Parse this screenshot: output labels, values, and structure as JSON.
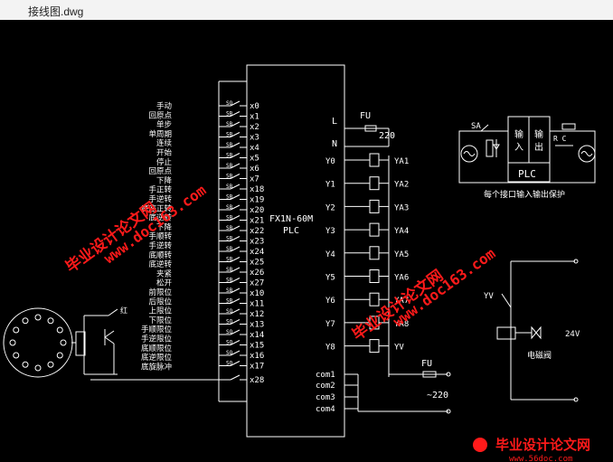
{
  "window": {
    "title": "接线图.dwg"
  },
  "plc": {
    "model": "FX1N-60M",
    "type": "PLC"
  },
  "inputs": {
    "labels": [
      "手动",
      "回原点",
      "单步",
      "单周期",
      "连续",
      "开始",
      "停止",
      "回原点",
      "下降",
      "手正转",
      "手逆转",
      "底座正转",
      "底逆转",
      "下降",
      "手顺转",
      "手逆转",
      "底顺转",
      "底逆转",
      "夹紧",
      "松开",
      "前限位",
      "后限位",
      "上限位",
      "下限位",
      "手顺限位",
      "手逆限位",
      "底顺限位",
      "底逆限位",
      "底旋脉冲"
    ],
    "switch_tags": [
      "SO",
      "SB",
      "SB",
      "SB",
      "SB",
      "SB",
      "SB",
      "SB",
      "SB",
      "SB",
      "SB",
      "SB",
      "SB",
      "SB",
      "SB",
      "SB",
      "SB",
      "SB",
      "SB",
      "SB",
      "SQ",
      "SQ",
      "SQ",
      "SQ",
      "SQ",
      "SQ",
      "SQ",
      "SQ"
    ],
    "terminals": [
      "x0",
      "x1",
      "x2",
      "x3",
      "x4",
      "x5",
      "x6",
      "x7",
      "x18",
      "x19",
      "x20",
      "x21",
      "x22",
      "x23",
      "x24",
      "x25",
      "x26",
      "x27",
      "x10",
      "x11",
      "x12",
      "x13",
      "x14",
      "x15",
      "x16",
      "x17",
      "x28"
    ]
  },
  "power": {
    "l": "L",
    "n": "N",
    "fu": "FU",
    "v220": "220",
    "v220b": "~220"
  },
  "outputs": {
    "terminals": [
      "Y0",
      "Y1",
      "Y2",
      "Y3",
      "Y4",
      "Y5",
      "Y6",
      "Y7",
      "Y8"
    ],
    "loads": [
      "YA1",
      "YA2",
      "YA3",
      "YA4",
      "YA5",
      "YA6",
      "YA7",
      "YA8",
      "YV"
    ],
    "commons": [
      "com1",
      "com2",
      "com3",
      "com4"
    ]
  },
  "protect": {
    "sa": "SA",
    "inout": "输 输\n入 出",
    "in_label": "输\n入",
    "out_label": "输\n出",
    "rc": "R C",
    "plc": "PLC",
    "caption": "每个接口输入输出保护"
  },
  "valve": {
    "yv": "YV",
    "voltage": "24V",
    "caption": "电磁阀"
  },
  "encoder": {
    "label": "红"
  },
  "watermark": {
    "site_cn": "毕业设计论文网",
    "site_url": "www.doc163.com",
    "footer_cn": "毕业设计论文网",
    "footer_url": "www.56doc.com"
  },
  "colors": {
    "background": "#000000",
    "lines": "#ffffff",
    "watermark": "#ff1a1a"
  }
}
